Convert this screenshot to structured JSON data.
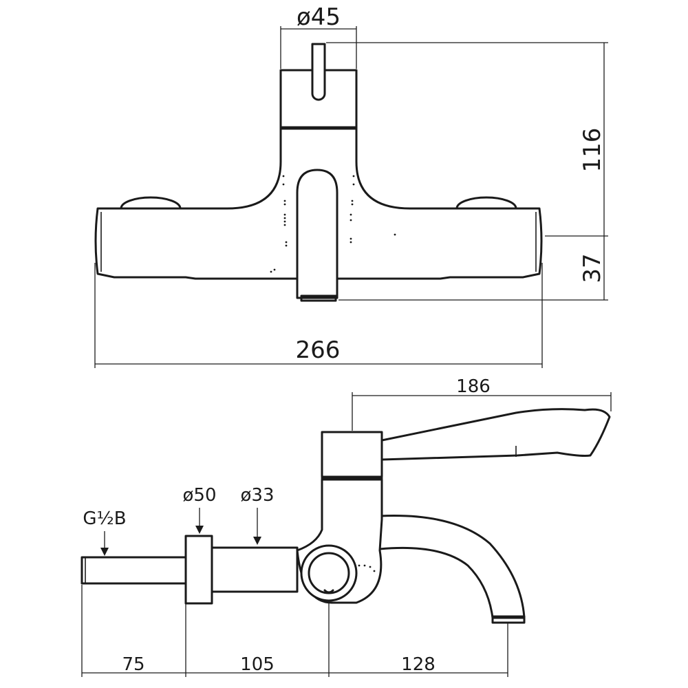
{
  "front_view": {
    "handle_diameter_label": "ø45",
    "height_total_label": "116",
    "height_body_label": "37",
    "width_label": "266"
  },
  "side_view": {
    "lever_reach_label": "186",
    "inlet_thread_label": "G½B",
    "flange_diameter_label": "ø50",
    "pipe_diameter_label": "ø33",
    "inlet_length_label": "75",
    "pipe_length_label": "105",
    "spout_offset_label": "128"
  },
  "colors": {
    "line": "#1a1a1a",
    "background": "#ffffff"
  }
}
